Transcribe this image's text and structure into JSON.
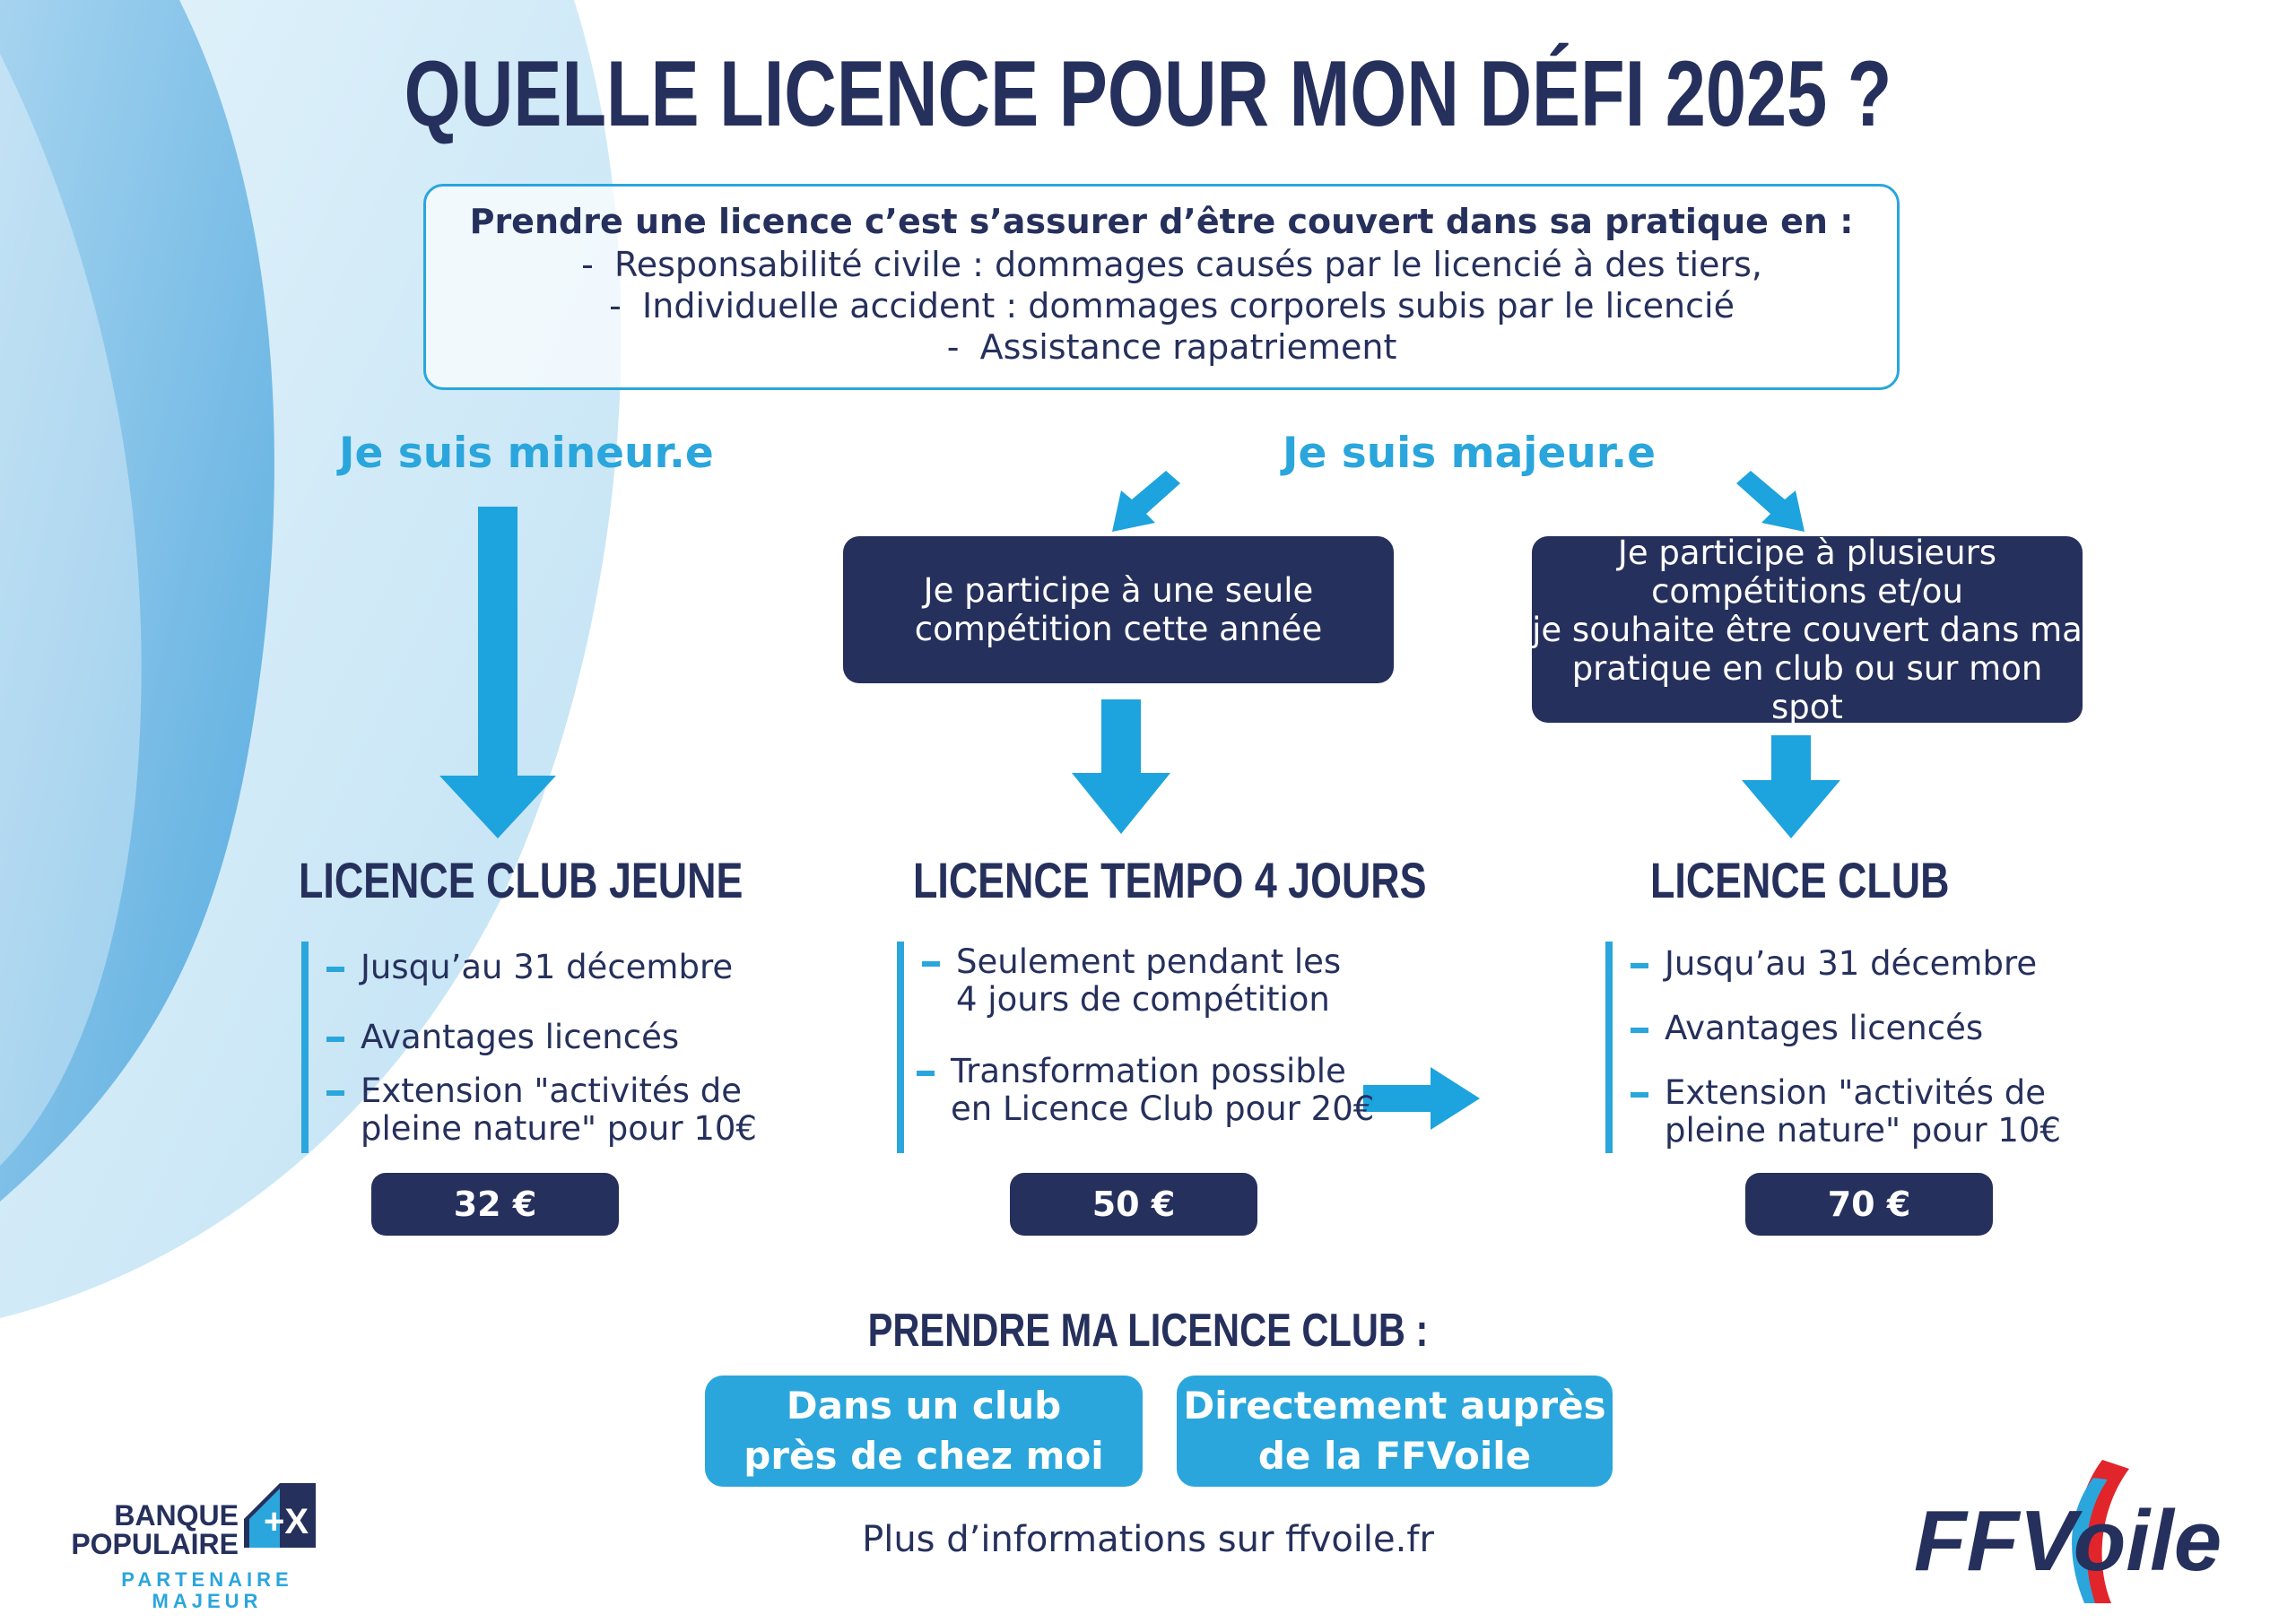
{
  "title": "QUELLE LICENCE POUR MON DÉFI 2025 ?",
  "info": {
    "heading": "Prendre une licence c’est s’assurer d’être couvert dans sa pratique en :",
    "lines": [
      "Responsabilité civile : dommages causés par le licencié à des tiers,",
      "Individuelle accident : dommages corporels subis par le licencié",
      "Assistance rapatriement"
    ],
    "dash": "-"
  },
  "branches": {
    "minor": "Je suis mineur.e",
    "major": "Je suis majeur.e"
  },
  "situations": {
    "single": [
      "Je participe à une seule",
      "compétition cette année"
    ],
    "multiple": [
      "Je participe à plusieurs",
      "compétitions et/ou",
      "je souhaite être couvert dans ma",
      "pratique en club ou sur mon spot"
    ]
  },
  "licences": {
    "jeune": {
      "title": "LICENCE CLUB JEUNE",
      "items": [
        "Jusqu’au 31 décembre",
        "Avantages licencés",
        "Extension \"activités de",
        "pleine nature\" pour 10€"
      ],
      "price": "32 €"
    },
    "tempo": {
      "title": "LICENCE TEMPO 4 JOURS",
      "items": [
        "Seulement pendant les",
        "4 jours de compétition",
        "Transformation possible",
        "en Licence Club pour 20€"
      ],
      "price": "50 €"
    },
    "club": {
      "title": "LICENCE CLUB",
      "items": [
        "Jusqu’au 31 décembre",
        "Avantages licencés",
        "Extension \"activités de",
        "pleine nature\" pour 10€"
      ],
      "price": "70 €"
    }
  },
  "cta": {
    "title": "PRENDRE MA LICENCE CLUB :",
    "club_button": [
      "Dans un club",
      "près de chez moi"
    ],
    "ffvoile_button": [
      "Directement auprès",
      "de la FFVoile"
    ]
  },
  "footer": {
    "info": "Plus d’informations sur ffvoile.fr",
    "partner_name": [
      "BANQUE",
      "POPULAIRE"
    ],
    "partner_tag": [
      "PARTENAIRE",
      "MAJEUR"
    ],
    "ffvoile_logo": "FFVoile"
  },
  "colors": {
    "navy": "#26305c",
    "blue": "#2aa6dc",
    "light_blue": "#cfe9f7"
  },
  "icons": [
    "arrow-down-icon",
    "arrow-down-left-icon",
    "arrow-down-right-icon",
    "arrow-right-icon",
    "sail-icon"
  ]
}
